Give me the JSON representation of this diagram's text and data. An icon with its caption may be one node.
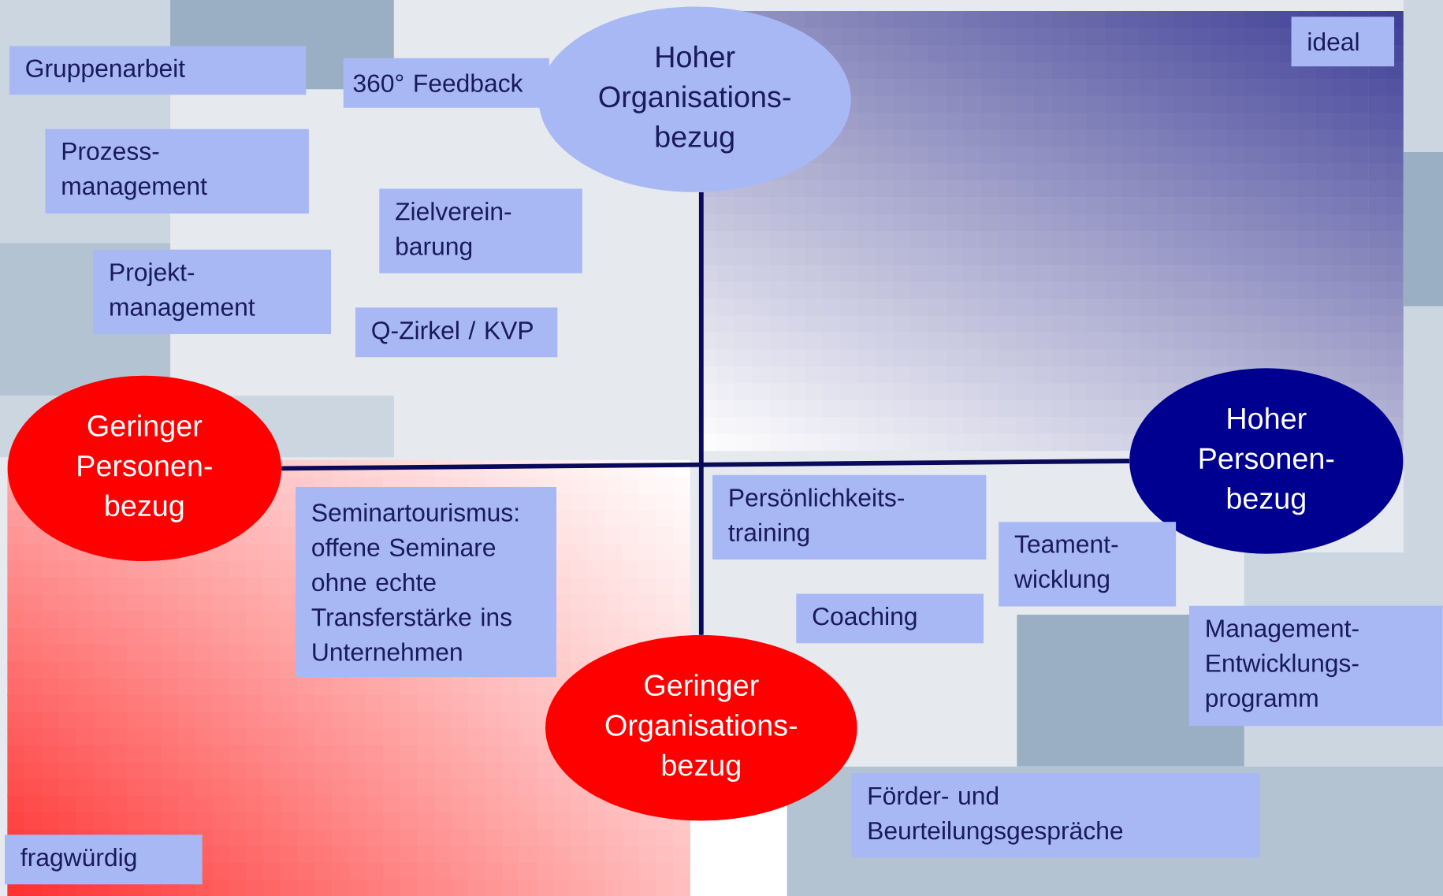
{
  "diagram": {
    "nodes": [
      {
        "text": [
          "Gruppenarbeit"
        ]
      },
      {
        "text": [
          "360° Feedback"
        ]
      },
      {
        "text": [
          "Hoher Organisations- bezug"
        ]
      },
      {
        "text": [
          "Prozess- management"
        ]
      },
      {
        "text": [
          "Zielverein- barung"
        ]
      },
      {
        "text": [
          "Projekt- management"
        ]
      },
      {
        "text": [
          "Q-Zirkel / KVP"
        ]
      },
      {
        "text": [
          "ideal"
        ]
      },
      {
        "text": [
          "Geringer Personen- bezug"
        ]
      },
      {
        "text": [
          "Hoher Personen- bezug"
        ]
      },
      {
        "text": [
          "Seminartourismus: offene Seminare ohne echte Transferstärke ins Unternehmen"
        ]
      },
      {
        "text": [
          "Persönlichkeits- training"
        ]
      },
      {
        "text": [
          "Teament- wicklung"
        ]
      },
      {
        "text": [
          "Coaching"
        ]
      },
      {
        "text": [
          "Management- Entwicklungs- programm"
        ]
      },
      {
        "text": [
          "Geringer Organisations- bezug"
        ]
      },
      {
        "text": [
          "Förder- und Beurteilungsgespräche"
        ]
      },
      {
        "text": [
          "fragwürdig"
        ]
      }
    ],
    "edges": [
      {
        "from": 2,
        "to": 15,
        "arrow": "none"
      },
      {
        "from": 8,
        "to": 9,
        "arrow": "none"
      }
    ]
  }
}
